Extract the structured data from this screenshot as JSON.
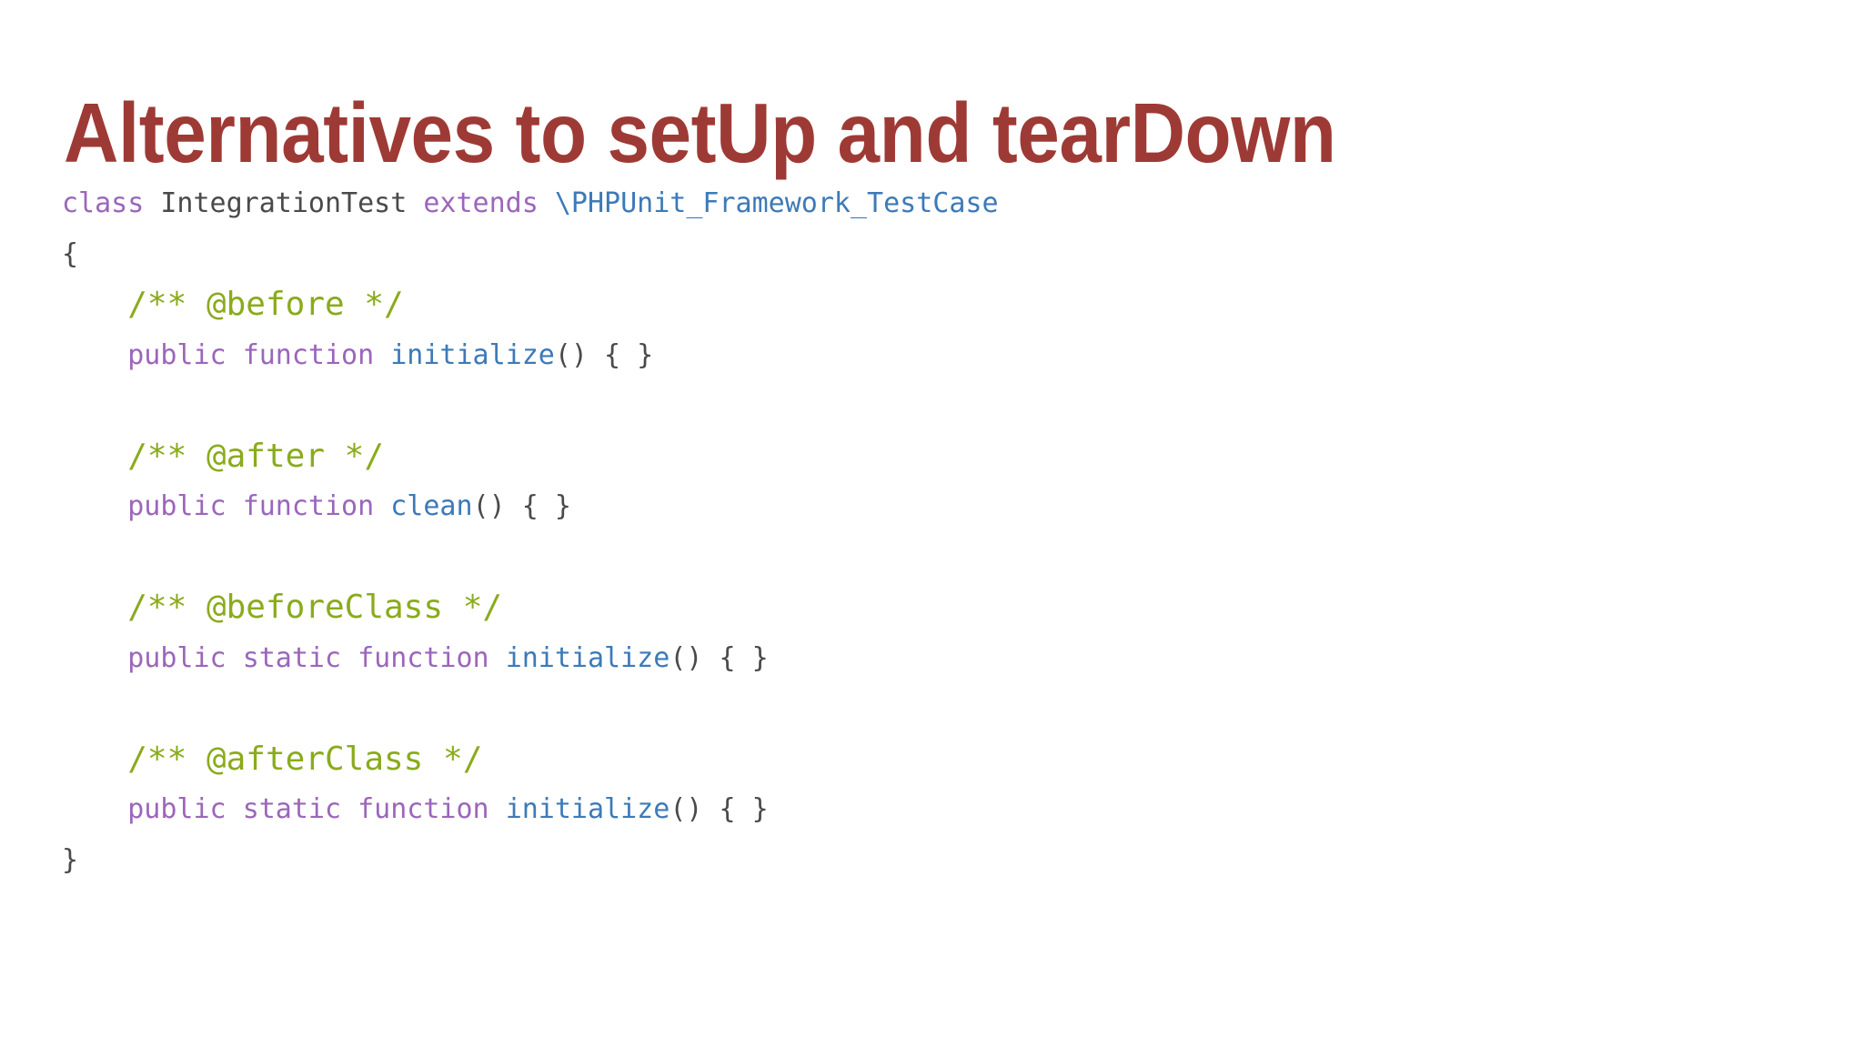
{
  "slide": {
    "title": "Alternatives to setUp and tearDown",
    "background_color": "#ffffff",
    "title_color": "#9e3a35"
  },
  "palette": {
    "title_red": "#9e3a35",
    "keyword_purple": "#9b66bb",
    "type_blue": "#3d7ab8",
    "comment_green": "#8aab1c",
    "punctuation_gray": "#4a4a4a",
    "classname_gray": "#4a4a4a"
  },
  "code": {
    "language": "php",
    "lines": [
      {
        "id": "line-class-decl",
        "tokens": [
          {
            "kind": "keyword",
            "text": "class"
          },
          {
            "kind": "plain",
            "text": " "
          },
          {
            "kind": "classname",
            "text": "IntegrationTest"
          },
          {
            "kind": "plain",
            "text": " "
          },
          {
            "kind": "keyword",
            "text": "extends"
          },
          {
            "kind": "plain",
            "text": " "
          },
          {
            "kind": "type",
            "text": "\\PHPUnit_Framework_TestCase"
          }
        ]
      },
      {
        "id": "line-open-brace",
        "tokens": [
          {
            "kind": "punct",
            "text": "{"
          }
        ]
      },
      {
        "id": "line-comment-before",
        "tokens": [
          {
            "kind": "plain",
            "text": "    "
          },
          {
            "kind": "comment",
            "text": "/** @before */"
          }
        ]
      },
      {
        "id": "line-method-initialize-before",
        "tokens": [
          {
            "kind": "plain",
            "text": "    "
          },
          {
            "kind": "keyword",
            "text": "public"
          },
          {
            "kind": "plain",
            "text": " "
          },
          {
            "kind": "keyword",
            "text": "function"
          },
          {
            "kind": "plain",
            "text": " "
          },
          {
            "kind": "fn",
            "text": "initialize"
          },
          {
            "kind": "punct",
            "text": "() { }"
          }
        ]
      },
      {
        "id": "line-blank-1",
        "blank": true,
        "tokens": []
      },
      {
        "id": "line-comment-after",
        "tokens": [
          {
            "kind": "plain",
            "text": "    "
          },
          {
            "kind": "comment",
            "text": "/** @after */"
          }
        ]
      },
      {
        "id": "line-method-clean",
        "tokens": [
          {
            "kind": "plain",
            "text": "    "
          },
          {
            "kind": "keyword",
            "text": "public"
          },
          {
            "kind": "plain",
            "text": " "
          },
          {
            "kind": "keyword",
            "text": "function"
          },
          {
            "kind": "plain",
            "text": " "
          },
          {
            "kind": "fn",
            "text": "clean"
          },
          {
            "kind": "punct",
            "text": "() { }"
          }
        ]
      },
      {
        "id": "line-blank-2",
        "blank": true,
        "tokens": []
      },
      {
        "id": "line-comment-beforeclass",
        "tokens": [
          {
            "kind": "plain",
            "text": "    "
          },
          {
            "kind": "comment",
            "text": "/** @beforeClass */"
          }
        ]
      },
      {
        "id": "line-method-initialize-beforeclass",
        "tokens": [
          {
            "kind": "plain",
            "text": "    "
          },
          {
            "kind": "keyword",
            "text": "public"
          },
          {
            "kind": "plain",
            "text": " "
          },
          {
            "kind": "keyword",
            "text": "static"
          },
          {
            "kind": "plain",
            "text": " "
          },
          {
            "kind": "keyword",
            "text": "function"
          },
          {
            "kind": "plain",
            "text": " "
          },
          {
            "kind": "fn",
            "text": "initialize"
          },
          {
            "kind": "punct",
            "text": "() { }"
          }
        ]
      },
      {
        "id": "line-blank-3",
        "blank": true,
        "tokens": []
      },
      {
        "id": "line-comment-afterclass",
        "tokens": [
          {
            "kind": "plain",
            "text": "    "
          },
          {
            "kind": "comment",
            "text": "/** @afterClass */"
          }
        ]
      },
      {
        "id": "line-method-initialize-afterclass",
        "tokens": [
          {
            "kind": "plain",
            "text": "    "
          },
          {
            "kind": "keyword",
            "text": "public"
          },
          {
            "kind": "plain",
            "text": " "
          },
          {
            "kind": "keyword",
            "text": "static"
          },
          {
            "kind": "plain",
            "text": " "
          },
          {
            "kind": "keyword",
            "text": "function"
          },
          {
            "kind": "plain",
            "text": " "
          },
          {
            "kind": "fn",
            "text": "initialize"
          },
          {
            "kind": "punct",
            "text": "() { }"
          }
        ]
      },
      {
        "id": "line-close-brace",
        "tokens": [
          {
            "kind": "punct",
            "text": "}"
          }
        ]
      }
    ]
  }
}
